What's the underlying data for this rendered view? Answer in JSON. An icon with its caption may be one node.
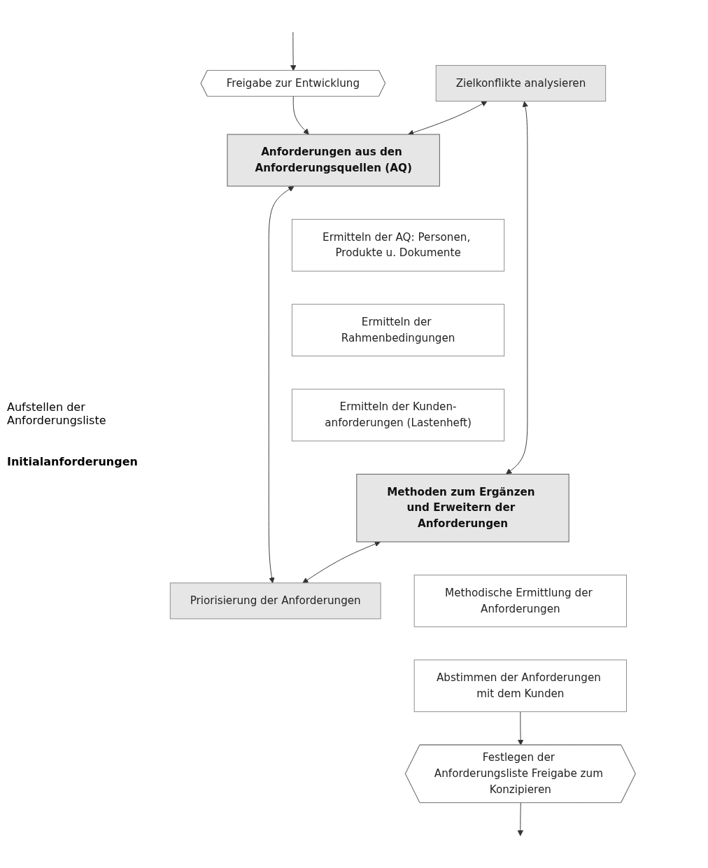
{
  "diagram": {
    "nodes": [
      {
        "text": [
          "Freigabe zur Entwicklung"
        ]
      },
      {
        "text": [
          "Zielkonflikte analysieren"
        ]
      },
      {
        "text": [
          "Anforderungen aus den Anforderungsquellen (AQ)"
        ]
      },
      {
        "text": [
          "Ermitteln der AQ: Personen, Produkte u. Dokumente"
        ]
      },
      {
        "text": [
          "Ermitteln der Rahmenbedingungen"
        ]
      },
      {
        "text": [
          "Ermitteln der Kunden-anforderungen (Lastenheft)"
        ]
      },
      {
        "text": [
          "Methoden zum Ergänzen und Erweitern der Anforderungen"
        ]
      },
      {
        "text": [
          "Methodische Ermittlung der Anforderungen"
        ]
      },
      {
        "text": [
          "Abstimmen der Anforderungen mit dem Kunden"
        ]
      },
      {
        "text": [
          "Priorisierung der Anforderungen"
        ]
      },
      {
        "text": [
          "Festlegen der Anforderungsliste Freigabe zum Konzipieren"
        ]
      }
    ],
    "edges": [
      {
        "from": null,
        "to": 0,
        "arrow": "to"
      },
      {
        "from": 0,
        "to": 2,
        "arrow": "to"
      },
      {
        "from": 1,
        "to": 2,
        "arrow": "both"
      },
      {
        "from": 1,
        "to": 6,
        "arrow": "both"
      },
      {
        "from": 2,
        "to": 9,
        "arrow": "both"
      },
      {
        "from": 6,
        "to": 9,
        "arrow": "both"
      },
      {
        "from": 8,
        "to": 10,
        "arrow": "to"
      },
      {
        "from": 10,
        "to": null,
        "arrow": "to"
      }
    ],
    "labels": [
      "Aufstellen der Anforderungsliste",
      "Initialanforderungen"
    ]
  }
}
